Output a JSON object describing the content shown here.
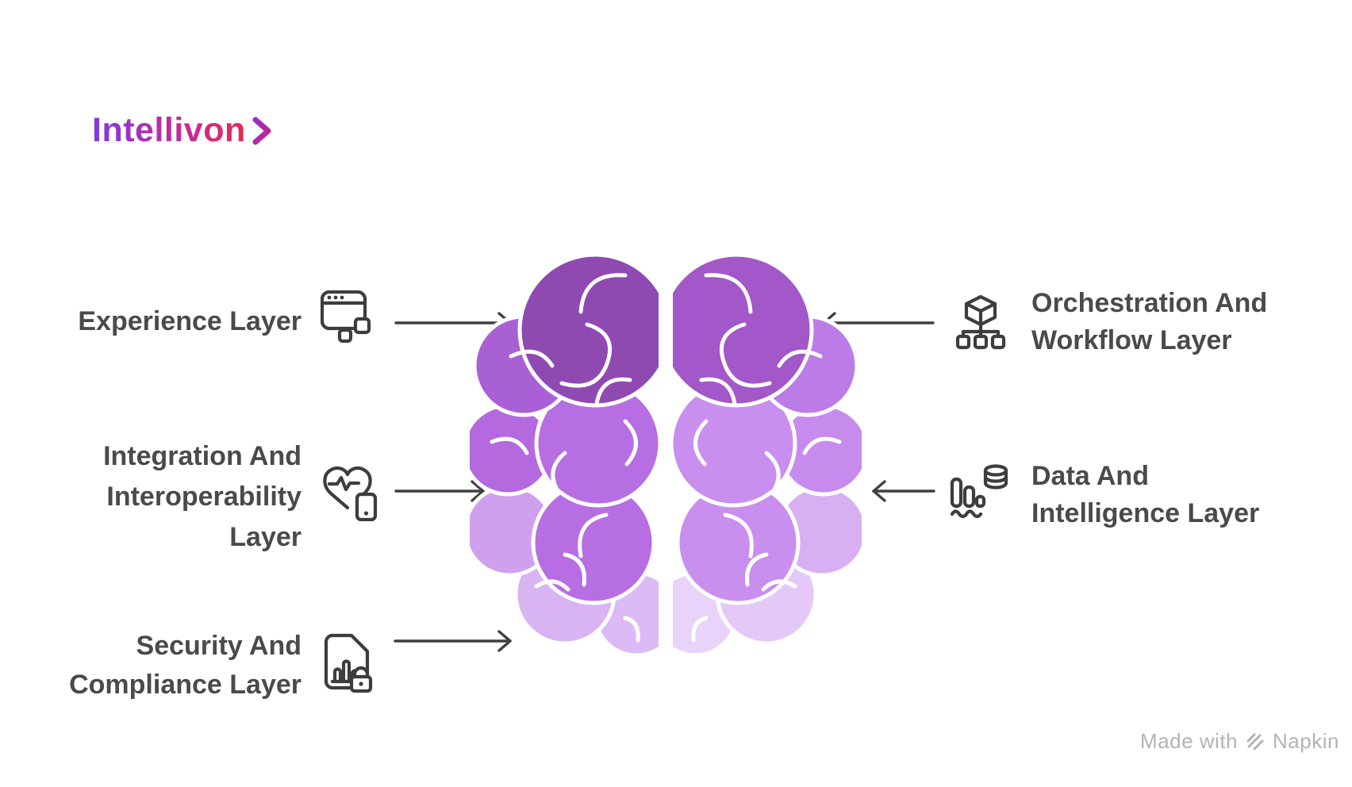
{
  "brand": {
    "name": "Intellivon",
    "gradient_colors": [
      "#7e3bdc",
      "#c22ba0",
      "#e9294f"
    ],
    "chevron_colors": [
      "#9231c9",
      "#c92680"
    ]
  },
  "theme": {
    "background": "#ffffff",
    "label_color": "#4a4a4a",
    "icon_stroke": "#3d3d3d",
    "arrow_color": "#3f3f3f",
    "footer_color": "#b3b3b3"
  },
  "items": {
    "experience": {
      "icon": "browser-window-icon",
      "lines": [
        "Experience Layer"
      ]
    },
    "integration": {
      "icon": "heart-pulse-device-icon",
      "lines": [
        "Integration And",
        "Interoperability",
        "Layer"
      ]
    },
    "security": {
      "icon": "document-bars-lock-icon",
      "lines": [
        "Security And",
        "Compliance Layer"
      ]
    },
    "orchestration": {
      "icon": "cube-org-chart-icon",
      "lines": [
        "Orchestration And",
        "Workflow Layer"
      ]
    },
    "data": {
      "icon": "bars-database-wave-icon",
      "lines": [
        "Data And",
        "Intelligence Layer"
      ]
    }
  },
  "brain": {
    "left_shades": [
      "#8f4ab2",
      "#aa60d5",
      "#b469df",
      "#b76ee2",
      "#cfa0ee",
      "#d9b4f3",
      "#dcbaf5"
    ],
    "right_shades": [
      "#a258c8",
      "#bb7ce7",
      "#c78bed",
      "#c88fee",
      "#d9aff3",
      "#e4c9f8",
      "#e9d3fa"
    ]
  },
  "footer": {
    "made_with": "Made with",
    "brand": "Napkin"
  }
}
